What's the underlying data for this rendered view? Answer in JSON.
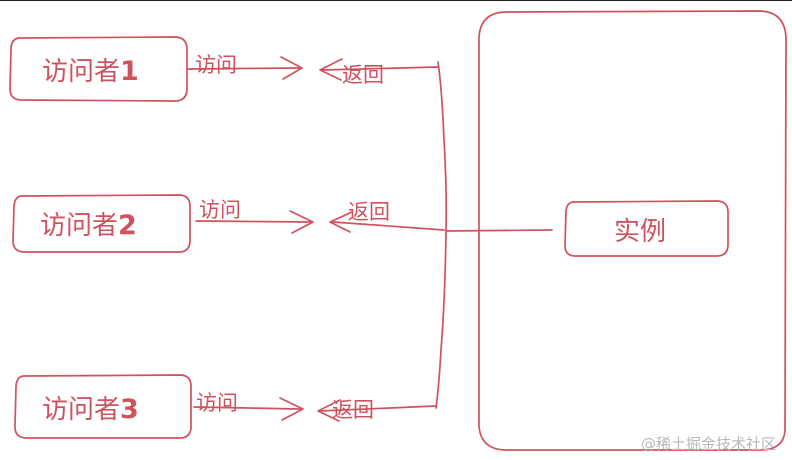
{
  "visitors": [
    {
      "name": "访问者",
      "number": "1"
    },
    {
      "name": "访问者",
      "number": "2"
    },
    {
      "name": "访问者",
      "number": "3"
    }
  ],
  "instance_label": "实例",
  "edges": {
    "visit_label": "访问",
    "return_label": "返回"
  },
  "watermark": "@稀土掘金技术社区",
  "colors": {
    "stroke": "#d0525e",
    "watermark": "#b8b8b8"
  }
}
